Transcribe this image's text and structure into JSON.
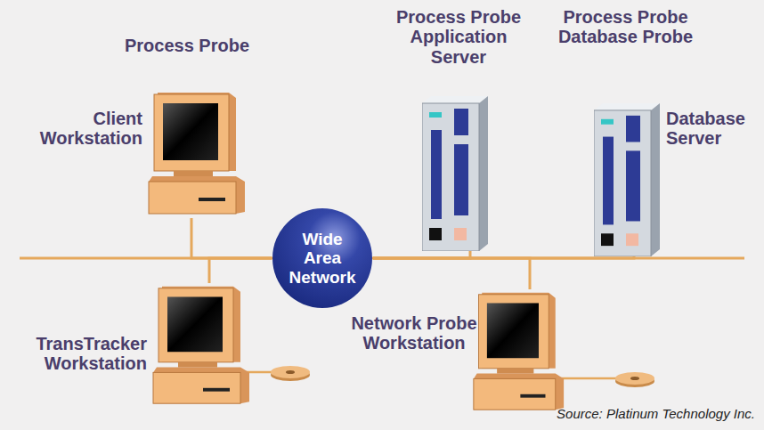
{
  "diagram": {
    "nodes": [
      {
        "text": [
          "Process Probe",
          "Client Workstation"
        ]
      },
      {
        "text": [
          "Wide Area Network"
        ]
      },
      {
        "text": [
          "Process Probe Application Server"
        ]
      },
      {
        "text": [
          "Process Probe Database Probe",
          "Database Server"
        ]
      },
      {
        "text": [
          "TransTracker Workstation"
        ]
      },
      {
        "text": [
          "Network Probe Workstation"
        ]
      }
    ],
    "edges": [
      {
        "from": 1,
        "to": 0,
        "arrow": "none"
      },
      {
        "from": 1,
        "to": 2,
        "arrow": "none"
      },
      {
        "from": 1,
        "to": 3,
        "arrow": "none"
      },
      {
        "from": 1,
        "to": 4,
        "arrow": "none"
      },
      {
        "from": 1,
        "to": 5,
        "arrow": "none"
      }
    ],
    "labels": [
      "Source: Platinum Technology Inc."
    ]
  }
}
